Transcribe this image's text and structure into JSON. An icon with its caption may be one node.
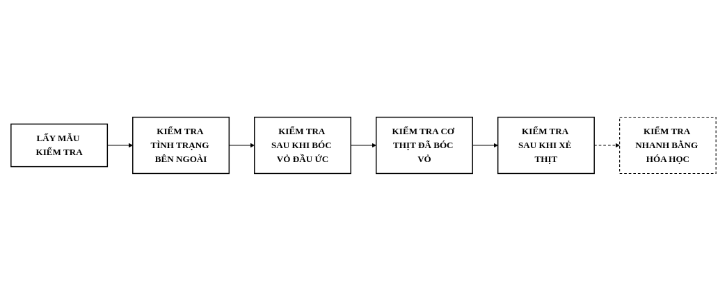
{
  "diagram": {
    "nodes": [
      {
        "text": [
          "LẤY MẪU KIỂM TRA"
        ]
      },
      {
        "text": [
          "KIỂM TRA TÌNH TRẠNG BÊN NGOÀI"
        ]
      },
      {
        "text": [
          "KIỂM TRA SAU KHI BÓC VỎ ĐẦU ỨC"
        ]
      },
      {
        "text": [
          "KIỂM TRA CƠ THỊT ĐÃ BÓC VỎ"
        ]
      },
      {
        "text": [
          "KIỂM TRA SAU KHI XẺ THỊT"
        ]
      },
      {
        "text": [
          "KIỂM TRA NHANH BẰNG HÓA HỌC"
        ]
      }
    ],
    "edges": [
      {
        "from": 0,
        "to": 1,
        "arrow": "to"
      },
      {
        "from": 1,
        "to": 2,
        "arrow": "to"
      },
      {
        "from": 2,
        "to": 3,
        "arrow": "to"
      },
      {
        "from": 3,
        "to": 4,
        "arrow": "to"
      },
      {
        "from": 4,
        "to": 5,
        "arrow": "to",
        "style": "dashed"
      }
    ]
  }
}
